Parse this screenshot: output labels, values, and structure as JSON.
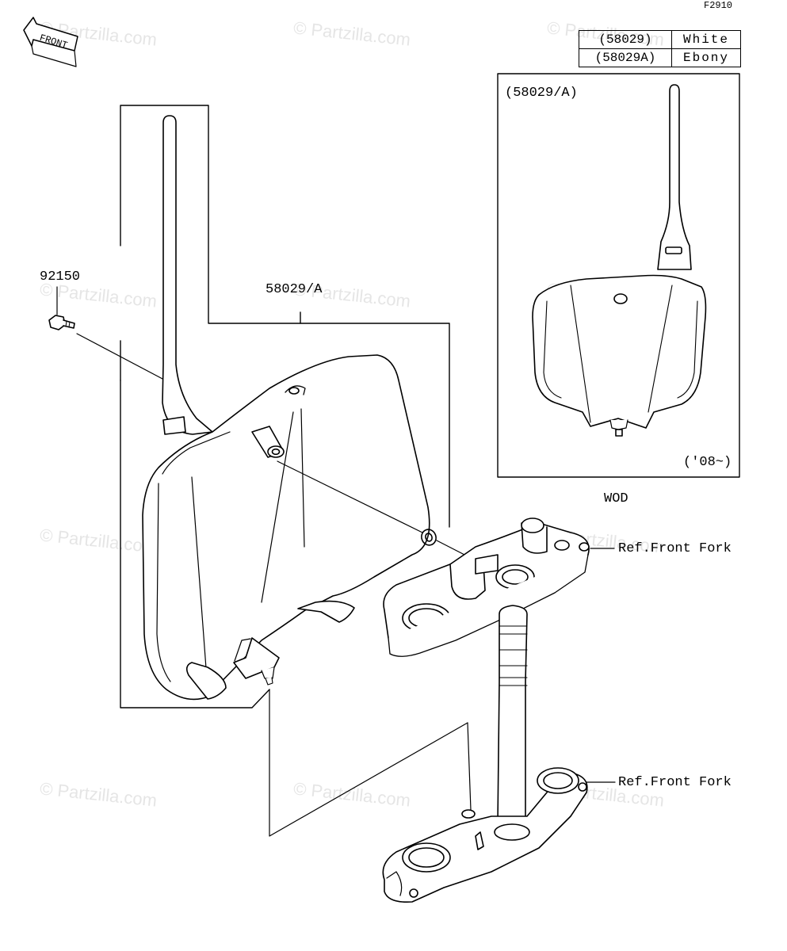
{
  "figure_id": "F2910",
  "front_label": "FRONT",
  "watermark": "© Partzilla.com",
  "color_table": [
    {
      "code": "(58029)",
      "color": "White"
    },
    {
      "code": "(58029A)",
      "color": "Ebony"
    }
  ],
  "labels": {
    "bolt": "92150",
    "plate": "58029/A",
    "inset_code": "(58029/A)",
    "inset_year": "('08~)",
    "inset_caption": "WOD",
    "ref_upper": "Ref.Front Fork",
    "ref_lower": "Ref.Front Fork"
  }
}
